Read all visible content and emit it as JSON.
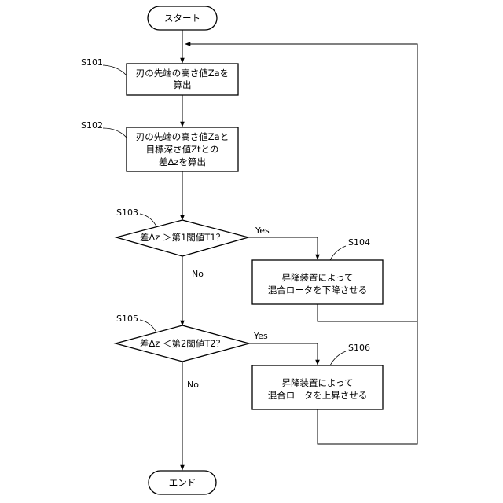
{
  "flowchart": {
    "start": "スタート",
    "end": "エンド",
    "steps": {
      "s101": {
        "label": "S101",
        "lines": [
          "刃の先端の高さ値Zaを",
          "算出"
        ]
      },
      "s102": {
        "label": "S102",
        "lines": [
          "刃の先端の高さ値Zaと",
          "目標深さ値Ztとの",
          "差Δzを算出"
        ]
      },
      "s103": {
        "label": "S103",
        "lines": [
          "差Δz ＞第1閾値T1？"
        ]
      },
      "s104": {
        "label": "S104",
        "lines": [
          "昇降装置によって",
          "混合ロータを下降させる"
        ]
      },
      "s105": {
        "label": "S105",
        "lines": [
          "差Δz ＜第2閾値T2？"
        ]
      },
      "s106": {
        "label": "S106",
        "lines": [
          "昇降装置によって",
          "混合ロータを上昇させる"
        ]
      }
    },
    "branches": {
      "s103_yes": "Yes",
      "s103_no": "No",
      "s105_yes": "Yes",
      "s105_no": "No"
    }
  }
}
